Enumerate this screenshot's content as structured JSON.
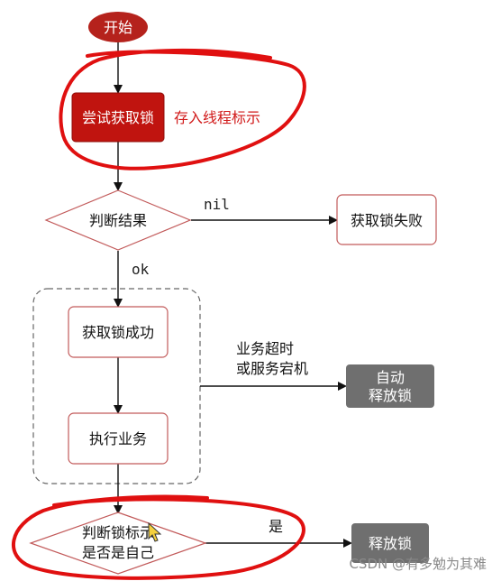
{
  "nodes": {
    "start": "开始",
    "try_lock": "尝试获取锁",
    "store_thread_id": "存入线程标示",
    "judge_result": "判断结果",
    "lock_failed": "获取锁失败",
    "lock_success": "获取锁成功",
    "execute_business": "执行业务",
    "auto_release_line1": "自动",
    "auto_release_line2": "释放锁",
    "judge_owner_line1": "判断锁标示",
    "judge_owner_line2": "是否是自己",
    "release_lock": "释放锁"
  },
  "edges": {
    "nil_label": "nil",
    "ok_label": "ok",
    "timeout_line1": "业务超时",
    "timeout_line2": "或服务宕机",
    "yes_label": "是"
  },
  "watermark": "CSDN @有多勉为其难",
  "colors": {
    "start_fill": "#b5221c",
    "try_lock_fill": "#c0140f",
    "annotation_red": "#d11a1a",
    "node_border": "#c25a5a",
    "gray_box": "#6f6f6f",
    "arrow": "#111111",
    "dashed": "#666666"
  }
}
